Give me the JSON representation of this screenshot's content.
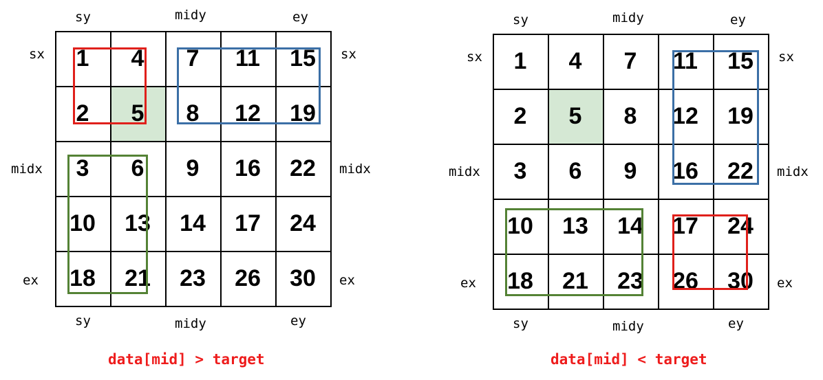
{
  "colors": {
    "red": "#e0201b",
    "blue": "#3b6fa6",
    "green": "#548235",
    "mid_fill": "#d5e8d4",
    "caption": "#ee1c1c"
  },
  "panels": [
    {
      "caption": "data[mid] > target",
      "labels": {
        "top_sy": "sy",
        "top_midy": "midy",
        "top_ey": "ey",
        "bottom_sy": "sy",
        "bottom_midy": "midy",
        "bottom_ey": "ey",
        "left_sx": "sx",
        "left_midx": "midx",
        "left_ex": "ex",
        "right_sx": "sx",
        "right_midx": "midx",
        "right_ex": "ex"
      },
      "rows": [
        [
          "1",
          "4",
          "7",
          "11",
          "15"
        ],
        [
          "2",
          "5",
          "8",
          "12",
          "19"
        ],
        [
          "3",
          "6",
          "9",
          "16",
          "22"
        ],
        [
          "10",
          "13",
          "14",
          "17",
          "24"
        ],
        [
          "18",
          "21",
          "23",
          "26",
          "30"
        ]
      ],
      "highlighted_cell": "5"
    },
    {
      "caption": "data[mid] < target",
      "labels": {
        "top_sy": "sy",
        "top_midy": "midy",
        "top_ey": "ey",
        "bottom_sy": "sy",
        "bottom_midy": "midy",
        "bottom_ey": "ey",
        "left_sx": "sx",
        "left_midx": "midx",
        "left_ex": "ex",
        "right_sx": "sx",
        "right_midx": "midx",
        "right_ex": "ex"
      },
      "rows": [
        [
          "1",
          "4",
          "7",
          "11",
          "15"
        ],
        [
          "2",
          "5",
          "8",
          "12",
          "19"
        ],
        [
          "3",
          "6",
          "9",
          "16",
          "22"
        ],
        [
          "10",
          "13",
          "14",
          "17",
          "24"
        ],
        [
          "18",
          "21",
          "23",
          "26",
          "30"
        ]
      ],
      "highlighted_cell": "5"
    }
  ]
}
